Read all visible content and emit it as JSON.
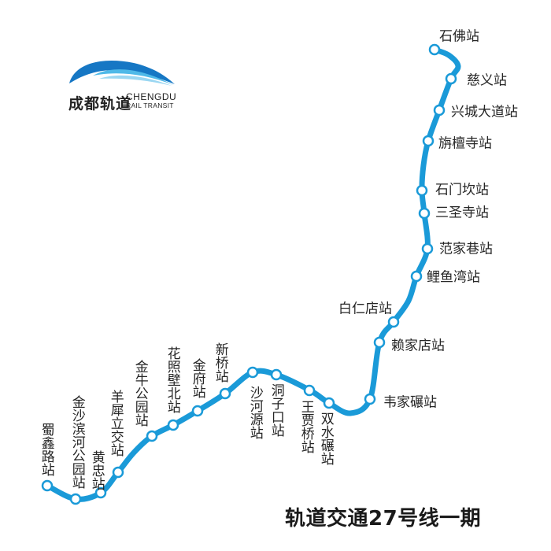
{
  "logo": {
    "cn": "成都轨道",
    "en_line1": "CHENGDU",
    "en_line2": "RAIL TRANSIT"
  },
  "title": "轨道交通27号线一期",
  "line_color": "#1a9ad8",
  "stations": [
    "蜀鑫路站",
    "金沙滨河公园站",
    "黄忠站",
    "羊犀立交站",
    "金牛公园站",
    "花照壁北站",
    "金府站",
    "新桥站",
    "沙河源站",
    "洞子口站",
    "王贾桥站",
    "双水碾站",
    "韦家碾站",
    "赖家店站",
    "白仁店站",
    "鲤鱼湾站",
    "范家巷站",
    "三圣寺站",
    "石门坎站",
    "旃檀寺站",
    "兴城大道站",
    "慈义站",
    "石佛站"
  ]
}
